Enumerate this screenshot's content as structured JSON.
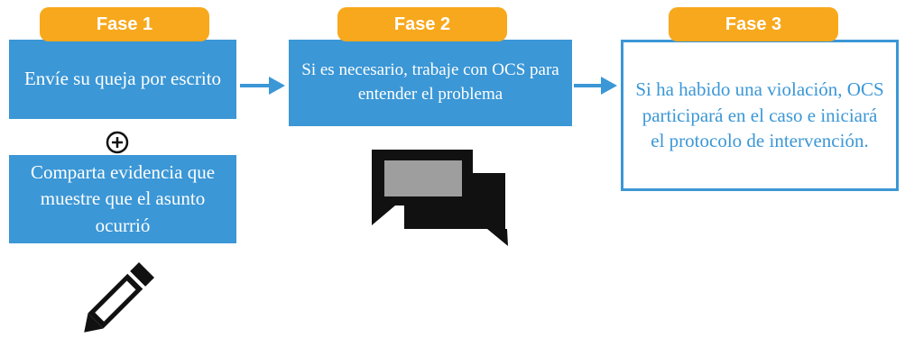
{
  "colors": {
    "phase_label_bg": "#f8a81c",
    "box_blue": "#3b97d6",
    "icon_dark": "#111111",
    "icon_gray": "#9e9e9e"
  },
  "phases": [
    {
      "label": "Fase 1",
      "text": "Envíe su queja por escrito",
      "extra_text": "Comparta evidencia que muestre que el asunto ocurrió"
    },
    {
      "label": "Fase 2",
      "text": "Si es necesario, trabaje con OCS para entender el problema"
    },
    {
      "label": "Fase 3",
      "text": "Si ha habido una violación, OCS participará en el caso e iniciará el protocolo de intervención."
    }
  ],
  "icons": {
    "plus": "plus-circle-icon",
    "chat": "chat-bubbles-icon",
    "pencil": "pencil-icon"
  }
}
